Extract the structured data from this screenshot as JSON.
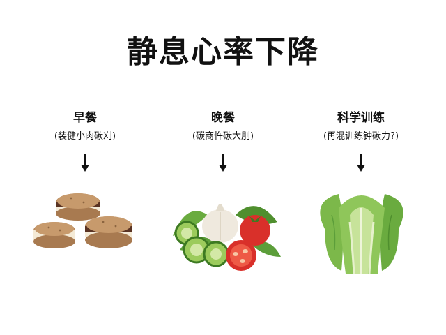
{
  "title": "静息心率下降",
  "columns": [
    {
      "label": "早餐",
      "note": "(装健小肉碳刈)",
      "image_icon": "sandwich-cookies-icon"
    },
    {
      "label": "晚餐",
      "note": "(碳商忤碳大刖)",
      "image_icon": "vegetables-icon"
    },
    {
      "label": "科学训练",
      "note": "(再混训练钟碳力?)",
      "image_icon": "lettuce-icon"
    }
  ],
  "colors": {
    "text": "#111111",
    "cookie": "#b88a5e",
    "cream": "#f4ead6",
    "filling": "#5a3323",
    "leaf": "#5c9e3a",
    "tomato": "#d9302a",
    "cucumber": "#9ccb5c",
    "garlic": "#efe9de"
  }
}
